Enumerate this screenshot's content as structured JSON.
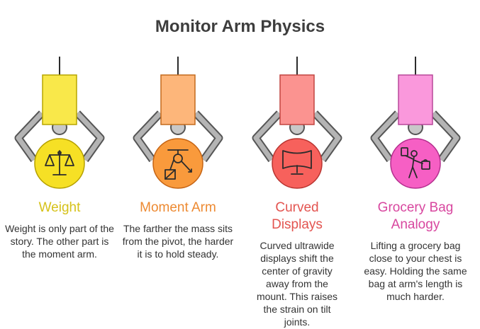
{
  "title": "Monitor Arm Physics",
  "items": [
    {
      "label": "Weight",
      "description": "Weight is only part of the story. The other part is the moment arm.",
      "icon": "balance-scale-icon",
      "colors": {
        "block": "#f9e84a",
        "block_stroke": "#b7a600",
        "circle": "#f6e025",
        "circle_stroke": "#b5a000",
        "label": "#d6c21a"
      }
    },
    {
      "label": "Moment Arm",
      "description": "The farther the mass sits from the pivot, the harder it is to hold steady.",
      "icon": "pulley-weight-icon",
      "colors": {
        "block": "#fdb67a",
        "block_stroke": "#c46a1d",
        "circle": "#f99a3c",
        "circle_stroke": "#c56414",
        "label": "#ed8a32"
      }
    },
    {
      "label": "Curved Displays",
      "description": "Curved ultrawide displays shift the center of gravity away from the mount. This raises the strain on tilt joints.",
      "icon": "curved-monitor-icon",
      "colors": {
        "block": "#fb9390",
        "block_stroke": "#c14540",
        "circle": "#f7615c",
        "circle_stroke": "#b93531",
        "label": "#e35450"
      }
    },
    {
      "label": "Grocery Bag Analogy",
      "description": "Lifting a grocery bag close to your chest is easy. Holding the same bag at arm's length is much harder.",
      "icon": "person-lifting-bag-icon",
      "colors": {
        "block": "#fa98dc",
        "block_stroke": "#b8489a",
        "circle": "#f65fc4",
        "circle_stroke": "#b42f8e",
        "label": "#d8479f"
      }
    }
  ]
}
